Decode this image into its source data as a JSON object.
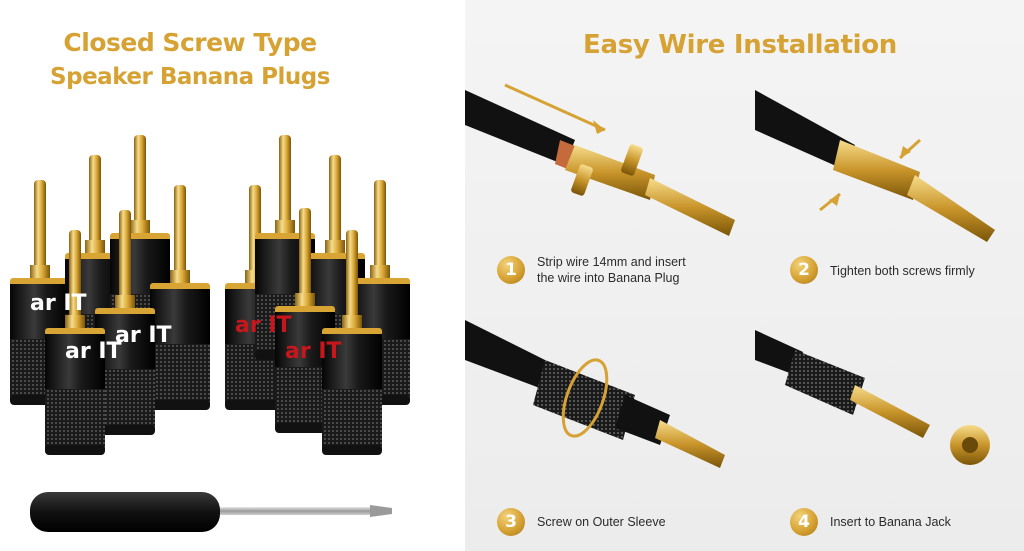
{
  "left": {
    "title_line1": "Closed Screw Type",
    "title_line2": "Speaker Banana Plugs",
    "plug_brand_text": "ar IT"
  },
  "right": {
    "title": "Easy Wire Installation",
    "steps": [
      {
        "number": "1",
        "line1": "Strip wire 14mm and insert",
        "line2": "the wire into Banana Plug"
      },
      {
        "number": "2",
        "line1": "Tighten both screws firmly",
        "line2": ""
      },
      {
        "number": "3",
        "line1": "Screw on Outer Sleeve",
        "line2": ""
      },
      {
        "number": "4",
        "line1": "Insert to Banana Jack",
        "line2": ""
      }
    ]
  },
  "colors": {
    "gold": "#d6a233",
    "plug_black": "#111111",
    "brand_red": "#c8161d",
    "text_dark": "#2b2b2b"
  }
}
